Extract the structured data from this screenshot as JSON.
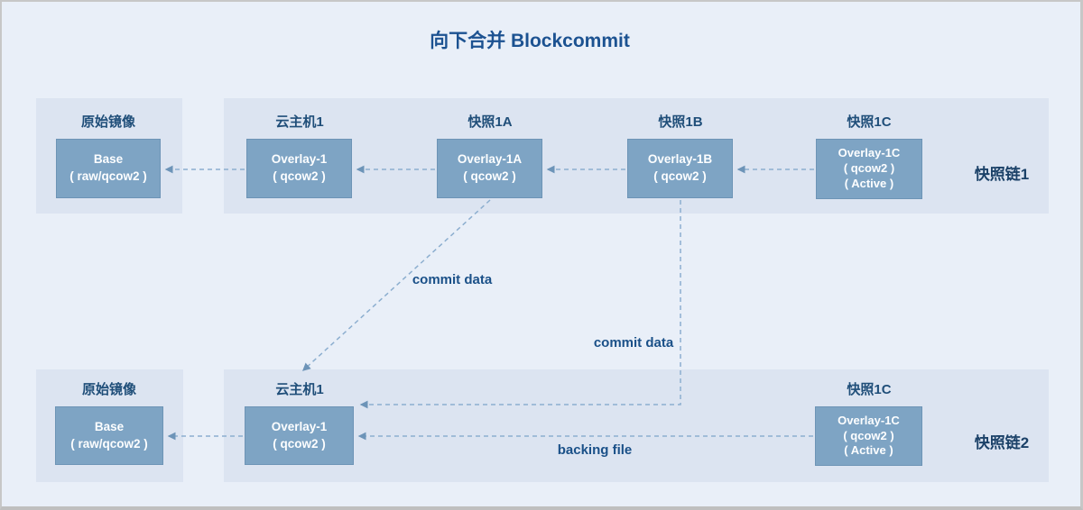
{
  "title": "向下合并 Blockcommit",
  "colors": {
    "background": "#e9eff8",
    "panel": "#dce4f1",
    "node_fill": "#7ea4c4",
    "node_border": "#6d94b6",
    "node_text": "#ffffff",
    "label_text": "#1f4e79",
    "arrow": "#8caecf"
  },
  "chain1": {
    "chain_label": "快照链1",
    "origin": {
      "label": "原始镜像",
      "box": {
        "line1": "Base",
        "line2": "( raw/qcow2 )"
      }
    },
    "nodes": [
      {
        "label": "云主机1",
        "box": {
          "line1": "Overlay-1",
          "line2": "( qcow2 )"
        }
      },
      {
        "label": "快照1A",
        "box": {
          "line1": "Overlay-1A",
          "line2": "( qcow2 )"
        }
      },
      {
        "label": "快照1B",
        "box": {
          "line1": "Overlay-1B",
          "line2": "( qcow2 )"
        }
      },
      {
        "label": "快照1C",
        "box": {
          "line1": "Overlay-1C",
          "line2": "( qcow2 )",
          "line3": "( Active )"
        }
      }
    ]
  },
  "chain2": {
    "chain_label": "快照链2",
    "origin": {
      "label": "原始镜像",
      "box": {
        "line1": "Base",
        "line2": "( raw/qcow2 )"
      }
    },
    "nodes": [
      {
        "label": "云主机1",
        "box": {
          "line1": "Overlay-1",
          "line2": "( qcow2 )"
        }
      },
      {
        "label": "快照1C",
        "box": {
          "line1": "Overlay-1C",
          "line2": "( qcow2 )",
          "line3": "( Active )"
        }
      }
    ]
  },
  "annotations": {
    "commit_data_a": "commit data",
    "commit_data_b": "commit data",
    "backing_file": "backing file"
  }
}
